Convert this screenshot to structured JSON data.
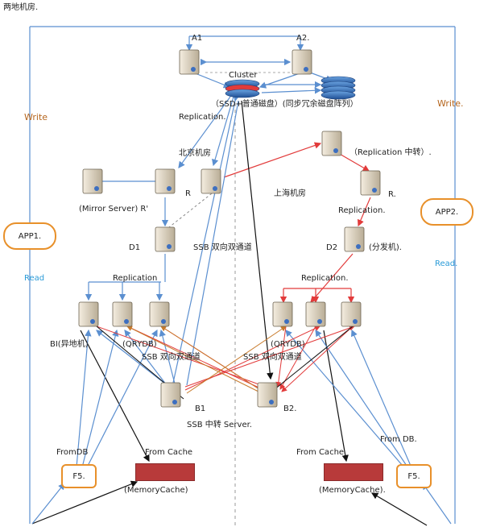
{
  "title": "两地机房.",
  "labels": {
    "a1": "A1",
    "a2": "A2.",
    "cluster": "Cluster",
    "disk": "（SSD+普通磁盘）(同步冗余磁盘阵列）",
    "replication_top": "Replication.",
    "write_left": "Write",
    "write_right": "Write.",
    "beijing": "北京机房",
    "shanghai": "上海机房",
    "replication_relay": "（Replication 中转）.",
    "r_left": "R",
    "r_right": "R.",
    "mirror": "(Mirror Server) R'",
    "replication_right": "Replication.",
    "d1": "D1",
    "ssb1": "SSB 双向双通道",
    "d2": "D2",
    "distributor": "(分发机).",
    "read_left": "Read",
    "read_right": "Read.",
    "replication_left_mid": "Replication",
    "replication_right_mid": "Replication.",
    "bi": "BI(异地机)",
    "qrydb_left": "(QRYDB)",
    "qrydb_right": "(QRYDB)",
    "ssb2": "SSB 双向双通道",
    "ssb3": "SSB 双向双通道",
    "b1": "B1",
    "b2": "B2.",
    "ssb_relay": "SSB 中转 Server.",
    "fromdb_left": "FromDB",
    "fromdb_right": "From DB.",
    "fromcache_left": "From Cache",
    "fromcache_right": "From Cache",
    "memcache_left": "(MemoryCache)",
    "memcache_right": "(MemoryCache).",
    "app1": "APP1.",
    "app2": "APP2.",
    "f5_left": "F5.",
    "f5_right": "F5."
  },
  "colors": {
    "blue_line": "#5b8fd0",
    "red_line": "#e23b3b",
    "black_line": "#111111",
    "brown_line": "#c87a2a",
    "accent_orange": "#e8902a",
    "cache_red": "#b83a3a"
  }
}
